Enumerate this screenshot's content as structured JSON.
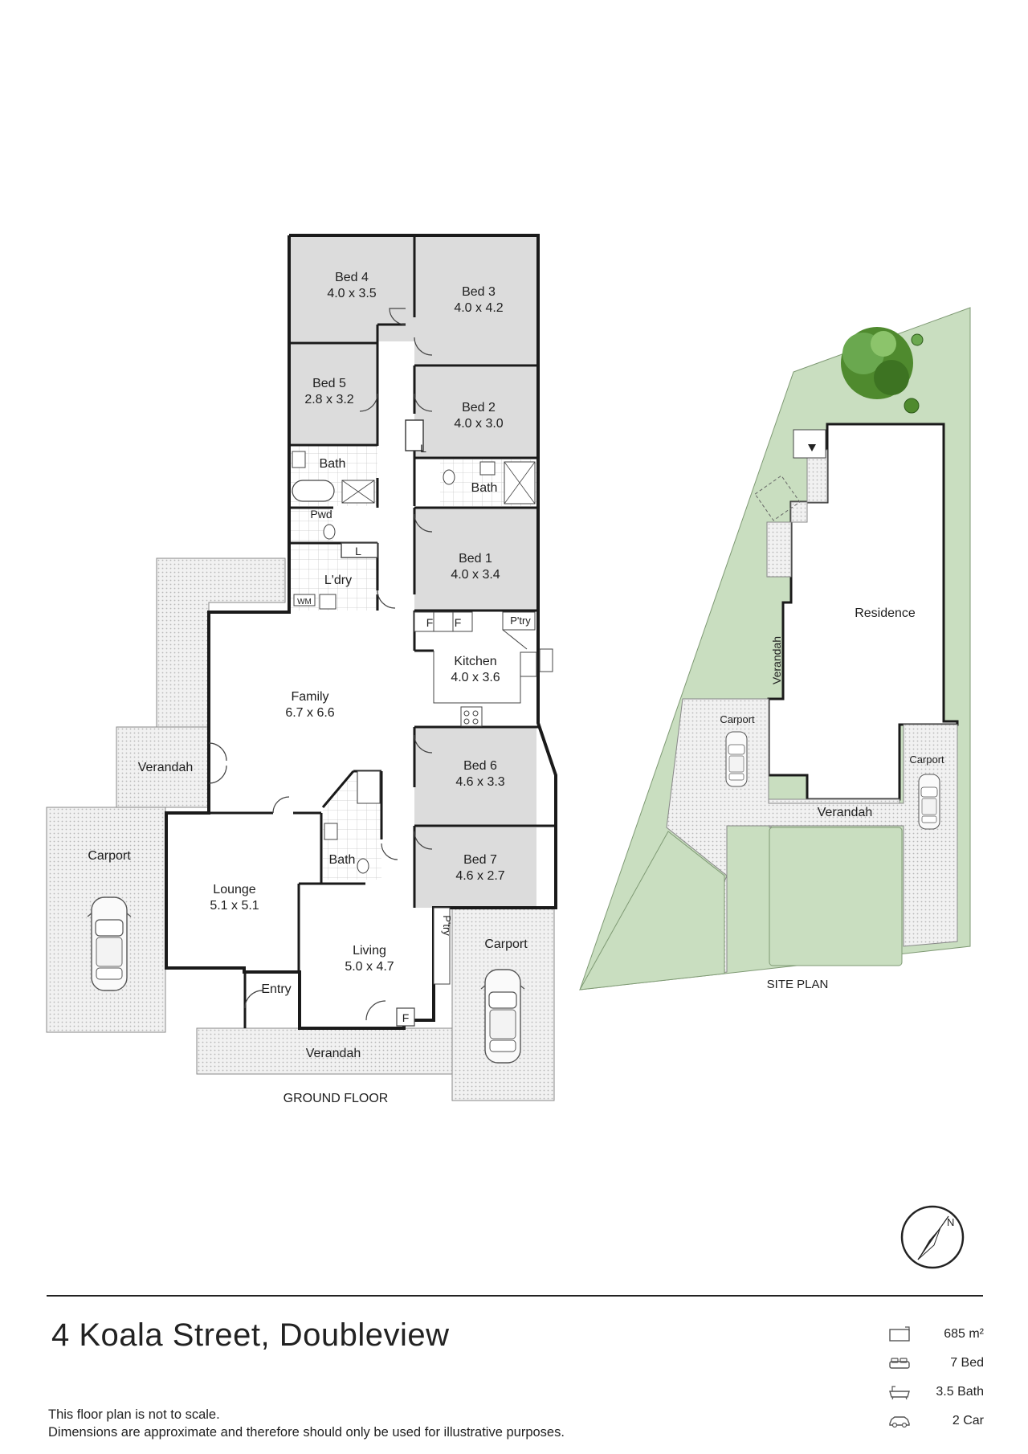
{
  "address": "4 Koala Street, Doubleview",
  "disclaimer": {
    "line1": "This floor plan is not to scale.",
    "line2": "Dimensions are approximate and therefore should only be used for illustrative purposes."
  },
  "stats": [
    {
      "icon": "land-area-icon",
      "value": "685 m²"
    },
    {
      "icon": "bed-icon",
      "value": "7 Bed"
    },
    {
      "icon": "bath-icon",
      "value": "3.5 Bath"
    },
    {
      "icon": "car-icon",
      "value": "2 Car"
    }
  ],
  "compass": {
    "north": "N"
  },
  "ground_floor": {
    "title": "GROUND FLOOR",
    "rooms": {
      "bed4": {
        "name": "Bed 4",
        "dims": "4.0 x 3.5"
      },
      "bed3": {
        "name": "Bed 3",
        "dims": "4.0 x 4.2"
      },
      "bed5": {
        "name": "Bed 5",
        "dims": "2.8 x 3.2"
      },
      "bed2": {
        "name": "Bed 2",
        "dims": "4.0 x 3.0"
      },
      "bed1": {
        "name": "Bed 1",
        "dims": "4.0 x 3.4"
      },
      "bed6": {
        "name": "Bed 6",
        "dims": "4.6 x 3.3"
      },
      "bed7": {
        "name": "Bed 7",
        "dims": "4.6 x 2.7"
      },
      "family": {
        "name": "Family",
        "dims": "6.7 x 6.6"
      },
      "kitchen": {
        "name": "Kitchen",
        "dims": "4.0 x 3.6"
      },
      "lounge": {
        "name": "Lounge",
        "dims": "5.1 x 5.1"
      },
      "living": {
        "name": "Living",
        "dims": "5.0 x 4.7"
      }
    },
    "labels": {
      "bath_a": "Bath",
      "bath_b": "Bath",
      "bath_c": "Bath",
      "pwd": "Pwd",
      "ldry": "L'dry",
      "linen_a": "L",
      "linen_b": "L",
      "wm": "WM",
      "ptry_a": "P'try",
      "ptry_b": "P'try",
      "fridge_a": "F",
      "fridge_b": "F",
      "fridge_c": "F",
      "entry": "Entry",
      "verandah_left": "Verandah",
      "verandah_front": "Verandah",
      "carport_left": "Carport",
      "carport_right": "Carport"
    }
  },
  "site_plan": {
    "title": "SITE PLAN",
    "residence": "Residence",
    "verandah_side": "Verandah",
    "verandah_front": "Verandah",
    "carport_a": "Carport",
    "carport_b": "Carport"
  }
}
